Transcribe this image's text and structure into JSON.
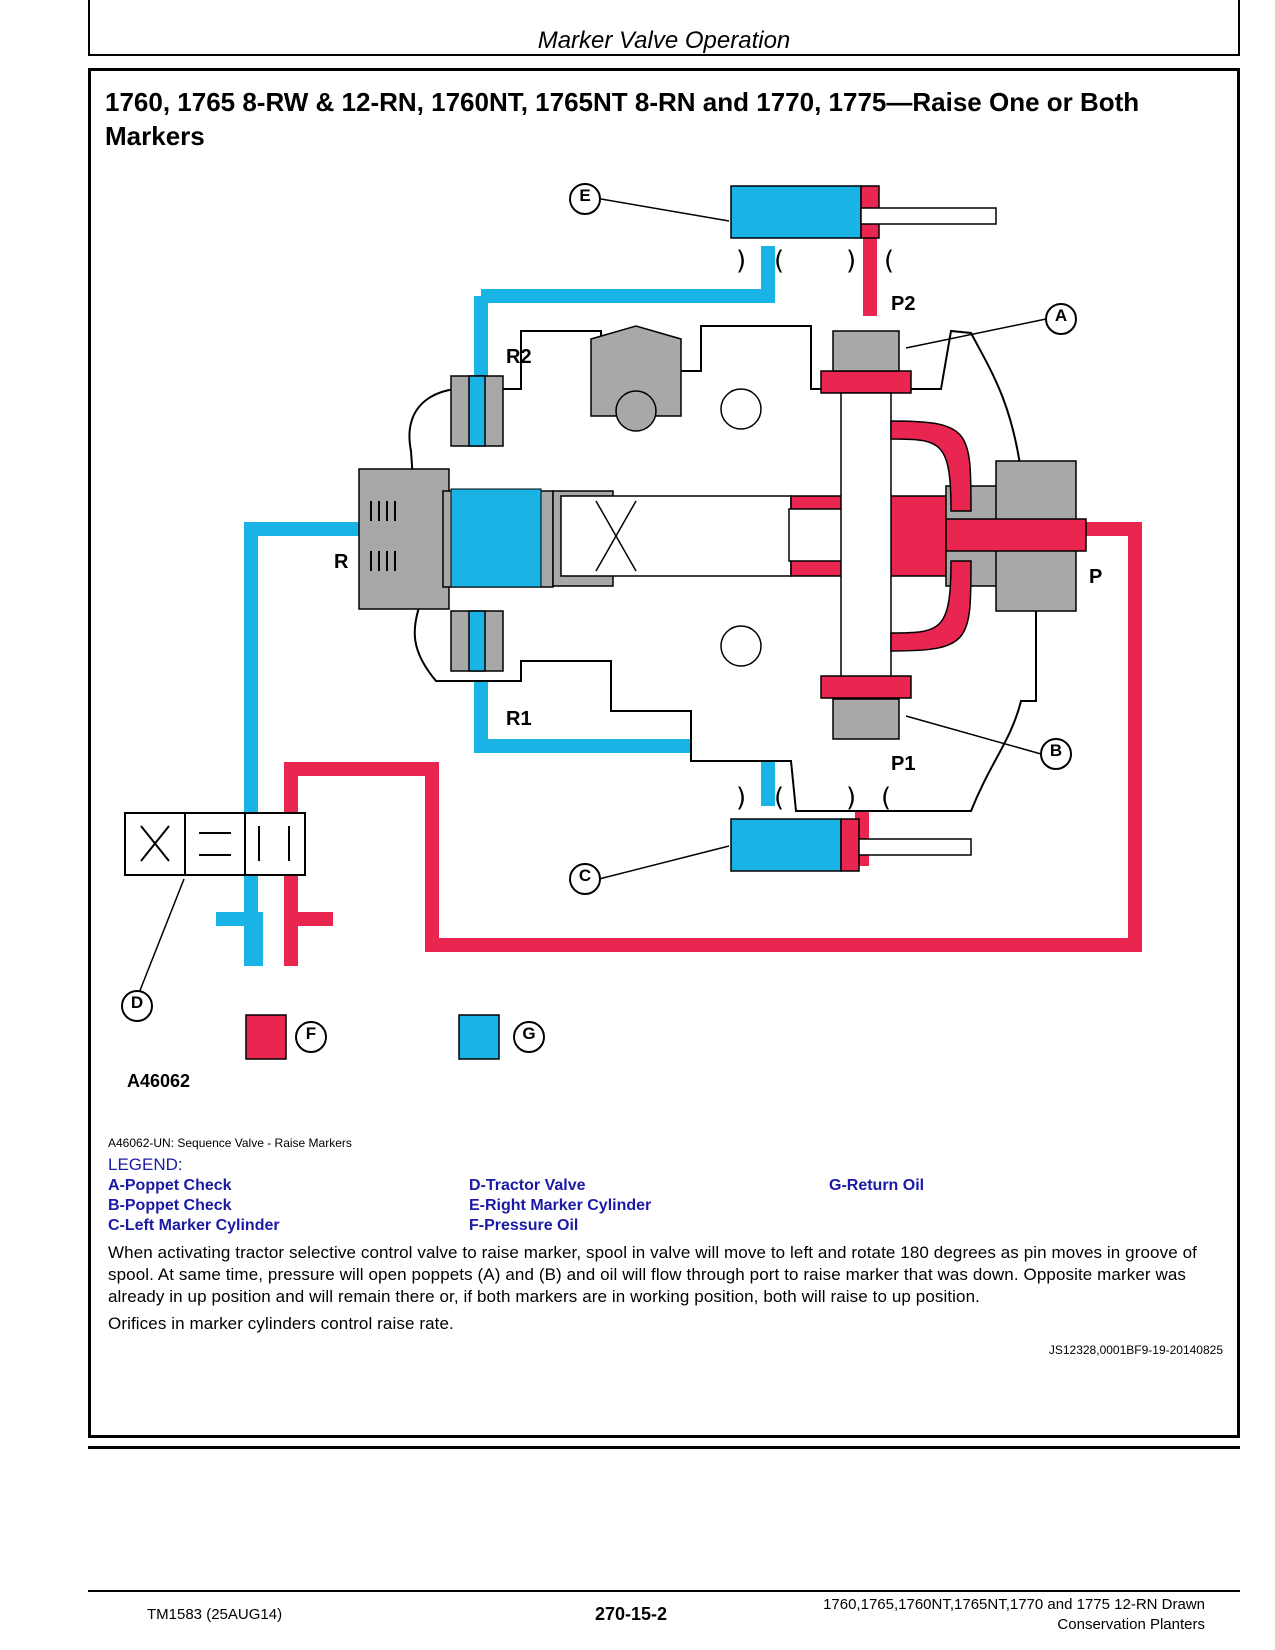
{
  "header": {
    "running_title": "Marker Valve Operation"
  },
  "section": {
    "title": "1760, 1765 8-RW & 12-RN, 1760NT, 1765NT 8-RN and 1770, 1775—Raise One or Both Markers"
  },
  "diagram": {
    "figure_id": "A46062",
    "port_labels": {
      "r": "R",
      "r1": "R1",
      "r2": "R2",
      "p": "P",
      "p1": "P1",
      "p2": "P2"
    },
    "callouts": {
      "a": "A",
      "b": "B",
      "c": "C",
      "d": "D",
      "e": "E",
      "f": "F",
      "g": "G"
    },
    "colors": {
      "pressure_oil": "#e8264f",
      "return_oil": "#19b3e6",
      "valve_body": "#a8a8a8"
    }
  },
  "caption": "A46062-UN: Sequence Valve - Raise Markers",
  "legend": {
    "title": "LEGEND:",
    "items": [
      "A-Poppet Check",
      "B-Poppet Check",
      "C-Left Marker Cylinder",
      "D-Tractor Valve",
      "E-Right Marker Cylinder",
      "F-Pressure Oil",
      "G-Return Oil"
    ]
  },
  "body": {
    "p1": "When activating tractor selective control valve to raise marker, spool in valve will move to left and rotate 180 degrees as pin moves in groove of spool. At same time, pressure will open poppets (A) and (B) and oil will flow through port to raise marker that was down. Opposite marker was already in up position and will remain there or, if both markers are in working position, both will raise to up position.",
    "p2": "Orifices in marker cylinders control raise rate."
  },
  "doc_ref": "JS12328,0001BF9-19-20140825",
  "footer": {
    "manual": "TM1583 (25AUG14)",
    "page": "270-15-2",
    "models_line1": "1760,1765,1760NT,1765NT,1770 and 1775 12-RN Drawn",
    "models_line2": "Conservation Planters"
  }
}
